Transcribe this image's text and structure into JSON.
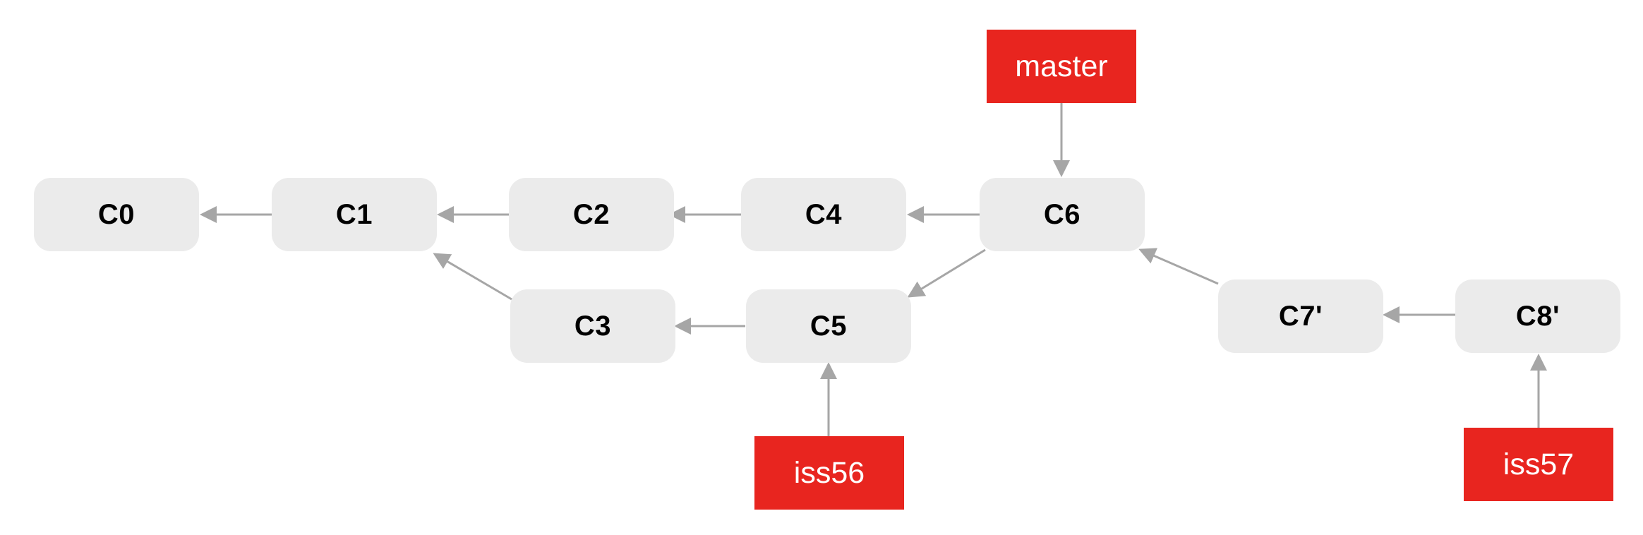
{
  "colors": {
    "commit_fill": "#ebebeb",
    "branch_fill": "#e8251f",
    "arrow": "#a6a6a6",
    "commit_text": "#000000",
    "branch_text": "#ffffff"
  },
  "commits": [
    {
      "id": "c0",
      "label": "C0"
    },
    {
      "id": "c1",
      "label": "C1"
    },
    {
      "id": "c2",
      "label": "C2"
    },
    {
      "id": "c4",
      "label": "C4"
    },
    {
      "id": "c6",
      "label": "C6"
    },
    {
      "id": "c3",
      "label": "C3"
    },
    {
      "id": "c5",
      "label": "C5"
    },
    {
      "id": "c7p",
      "label": "C7'"
    },
    {
      "id": "c8p",
      "label": "C8'"
    }
  ],
  "branches": [
    {
      "id": "master",
      "label": "master",
      "points_to": "C6"
    },
    {
      "id": "iss56",
      "label": "iss56",
      "points_to": "C5"
    },
    {
      "id": "iss57",
      "label": "iss57",
      "points_to": "C8'"
    }
  ],
  "parent_links": [
    {
      "from": "C1",
      "to": "C0"
    },
    {
      "from": "C2",
      "to": "C1"
    },
    {
      "from": "C4",
      "to": "C2"
    },
    {
      "from": "C6",
      "to": "C4"
    },
    {
      "from": "C3",
      "to": "C1"
    },
    {
      "from": "C5",
      "to": "C3"
    },
    {
      "from": "C6",
      "to": "C5"
    },
    {
      "from": "C7'",
      "to": "C6"
    },
    {
      "from": "C8'",
      "to": "C7'"
    }
  ]
}
